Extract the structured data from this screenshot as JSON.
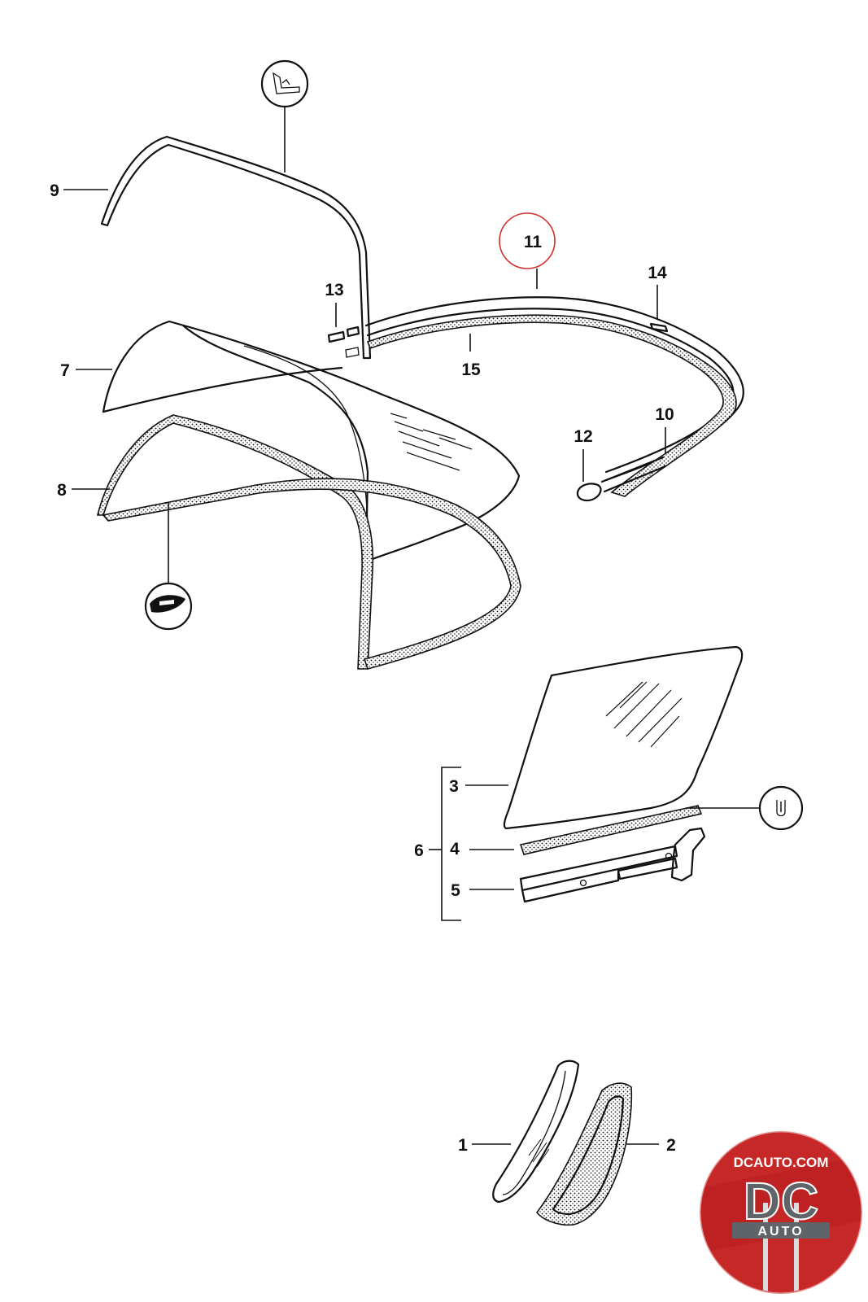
{
  "callouts": [
    {
      "id": "c1",
      "label": "1"
    },
    {
      "id": "c2",
      "label": "2"
    },
    {
      "id": "c3",
      "label": "3"
    },
    {
      "id": "c4",
      "label": "4"
    },
    {
      "id": "c5",
      "label": "5"
    },
    {
      "id": "c6",
      "label": "6"
    },
    {
      "id": "c7",
      "label": "7"
    },
    {
      "id": "c8",
      "label": "8"
    },
    {
      "id": "c9",
      "label": "9"
    },
    {
      "id": "c10",
      "label": "10"
    },
    {
      "id": "c11",
      "label": "11"
    },
    {
      "id": "c12",
      "label": "12"
    },
    {
      "id": "c13",
      "label": "13"
    },
    {
      "id": "c14",
      "label": "14"
    },
    {
      "id": "c15",
      "label": "15"
    }
  ],
  "highlight": {
    "callout": "11",
    "color": "#d32f2f"
  },
  "logo": {
    "url_text": "DCAUTO.COM",
    "mark": "DC",
    "word": "AUTO",
    "colors": {
      "red": "#c62828",
      "grey": "#5f6468",
      "silver": "#d9dcde"
    }
  }
}
